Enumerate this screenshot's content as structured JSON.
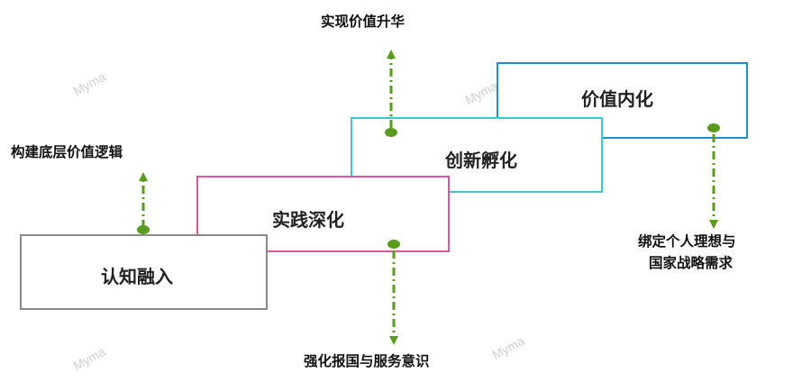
{
  "steps": [
    {
      "label": "认知融入",
      "color": "#8a8a8a"
    },
    {
      "label": "实践深化",
      "color": "#e0559f"
    },
    {
      "label": "创新孵化",
      "color": "#3ec7d2"
    },
    {
      "label": "价值内化",
      "color": "#1b8fd6"
    }
  ],
  "notes": {
    "construct": "构建底层价值逻辑",
    "strengthen": "强化报国与服务意识",
    "realize": "实现价值升华",
    "bind_line1": "绑定个人理想与",
    "bind_line2": "国家战略需求"
  },
  "arrow_color": "#5a9a1e",
  "watermark": "Myma"
}
